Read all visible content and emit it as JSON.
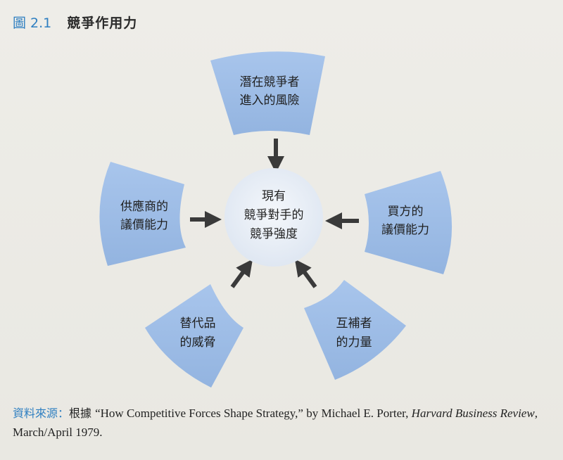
{
  "figure": {
    "label": "圖 2.1",
    "title": "競爭作用力"
  },
  "diagram": {
    "center": {
      "line1": "現有",
      "line2": "競爭對手的",
      "line3": "競爭強度"
    },
    "top": {
      "line1": "潛在競爭者",
      "line2": "進入的風險"
    },
    "left": {
      "line1": "供應商的",
      "line2": "議價能力"
    },
    "right": {
      "line1": "買方的",
      "line2": "議價能力"
    },
    "bottom_left": {
      "line1": "替代品",
      "line2": "的威脅"
    },
    "bottom_right": {
      "line1": "互補者",
      "line2": "的力量"
    },
    "colors": {
      "petal": "#9ebde6",
      "center_fill": "#e3eaf4",
      "arrow": "#3a3a3a",
      "accent": "#2f7fc1"
    }
  },
  "source": {
    "label": "資料來源：",
    "prefix": "根據 ",
    "article": "“How Competitive Forces Shape Strategy,” by Michael E. Porter, ",
    "journal": "Harvard Business Review",
    "date": ", March/April 1979."
  }
}
